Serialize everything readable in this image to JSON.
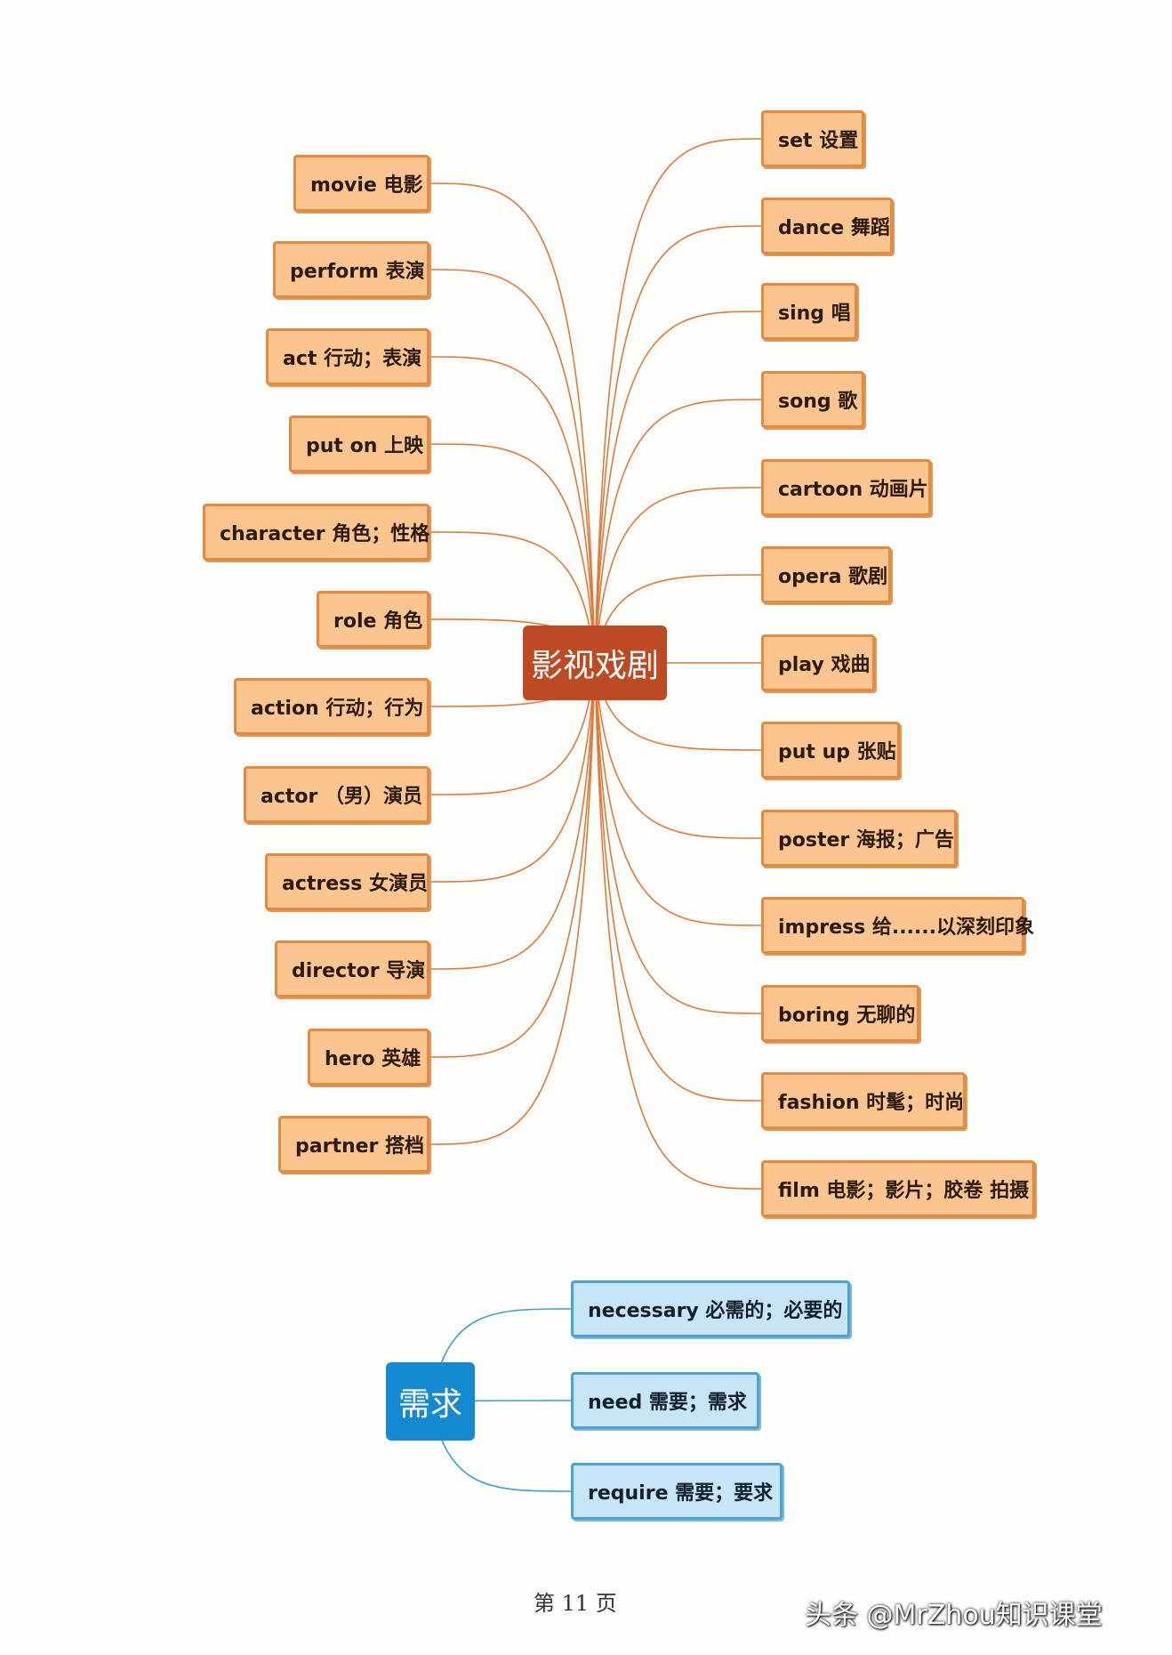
{
  "diagram1": {
    "center": "影视戏剧",
    "line_color": "#e07a3a",
    "left_nodes": [
      "movie 电影",
      "perform 表演",
      "act 行动；表演",
      "put on 上映",
      "character 角色；性格",
      "role 角色",
      "action 行动；行为",
      "actor （男）演员",
      "actress 女演员",
      "director 导演",
      "hero 英雄",
      "partner 搭档"
    ],
    "right_nodes": [
      "set 设置",
      "dance 舞蹈",
      "sing 唱",
      "song 歌",
      "cartoon 动画片",
      "opera 歌剧",
      "play 戏曲",
      "put up 张贴",
      "poster 海报；广告",
      "impress 给......以深刻印象",
      "boring 无聊的",
      "fashion 时髦；时尚",
      "film 电影；影片；胶卷 拍摄"
    ]
  },
  "diagram2": {
    "center": "需求",
    "line_color": "#3c9fd1",
    "nodes": [
      "necessary 必需的；必要的",
      "need 需要；需求",
      "require 需要；要求"
    ]
  },
  "footer": {
    "page": "第 11 页",
    "watermark": "头条 @MrZhou知识课堂"
  }
}
